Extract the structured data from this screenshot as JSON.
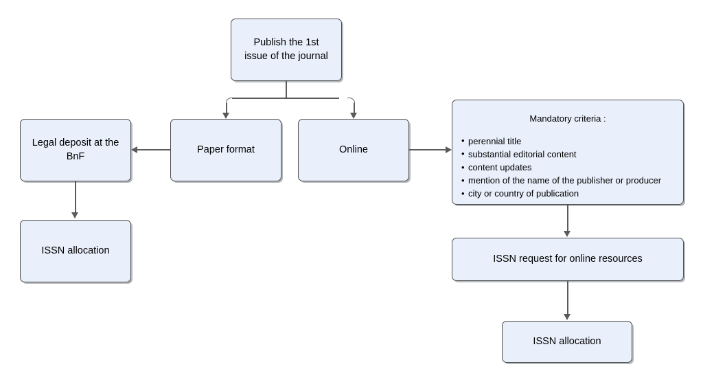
{
  "diagram": {
    "title_text": "Publish the 1st issue of the journal",
    "nodes": {
      "publish": "Publish the 1st\nissue of the journal",
      "paper_format": "Paper format",
      "online": "Online",
      "legal_deposit": "Legal deposit at the\nBnF",
      "issn_allocation_left": "ISSN allocation",
      "issn_request": "ISSN request for online resources",
      "issn_allocation_right": "ISSN allocation"
    },
    "criteria": {
      "heading": "Mandatory criteria :",
      "items": [
        "perennial title",
        "substantial editorial content",
        "content updates",
        "mention of the name of the publisher or producer",
        "city or country of publication"
      ]
    },
    "colors": {
      "node_fill": "#e9f0fb",
      "node_border": "#4d4d4d",
      "connector": "#5a5a5a",
      "background": "#ffffff",
      "text": "#000000"
    }
  }
}
